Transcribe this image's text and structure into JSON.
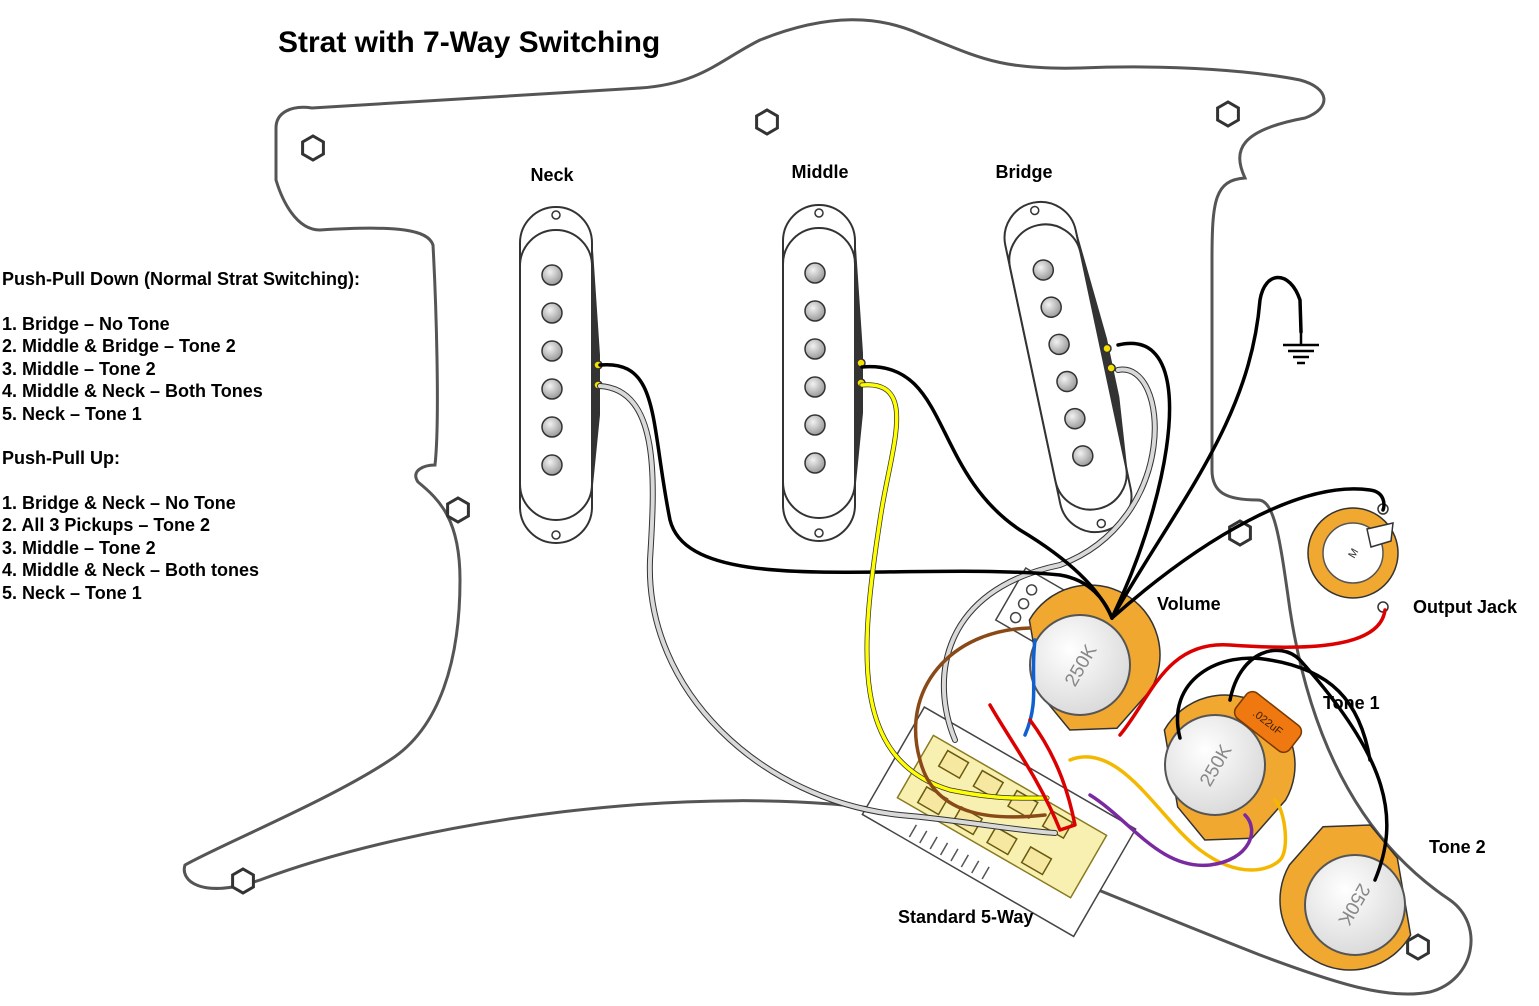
{
  "title": "Strat with 7-Way Switching",
  "labels": {
    "neck": "Neck",
    "middle": "Middle",
    "bridge": "Bridge",
    "volume": "Volume",
    "output_jack": "Output Jack",
    "tone1": "Tone 1",
    "tone2": "Tone 2",
    "switch": "Standard 5-Way"
  },
  "legend": {
    "down_heading": "Push-Pull Down (Normal Strat Switching):",
    "down_items": [
      "1. Bridge – No Tone",
      "2. Middle & Bridge – Tone 2",
      "3. Middle – Tone 2",
      "4. Middle & Neck – Both Tones",
      "5. Neck – Tone 1"
    ],
    "up_heading": "Push-Pull Up:",
    "up_items": [
      "1. Bridge & Neck – No Tone",
      "2. All 3 Pickups – Tone 2",
      "3. Middle – Tone 2",
      "4. Middle & Neck – Both tones",
      "5. Neck – Tone 1"
    ]
  },
  "components": {
    "volume_pot_value": "250K",
    "tone1_pot_value": "250K",
    "tone2_pot_value": "250K",
    "capacitor_value": ".022uF",
    "jack_mark": "M"
  },
  "icons": [
    "ground-icon",
    "mounting-screw-icon"
  ],
  "colors": {
    "wire_black": "#000000",
    "wire_white": "#d9d9d9",
    "wire_yellow": "#ffff00",
    "wire_red": "#dd0000",
    "wire_blue": "#1060d0",
    "wire_brown": "#8a4a17",
    "wire_orange": "#f5b800",
    "wire_purple": "#7a2aa0",
    "pot_body": "#f0a830",
    "capacitor": "#f07810",
    "pickup_magnet": "#d0d0d0"
  }
}
